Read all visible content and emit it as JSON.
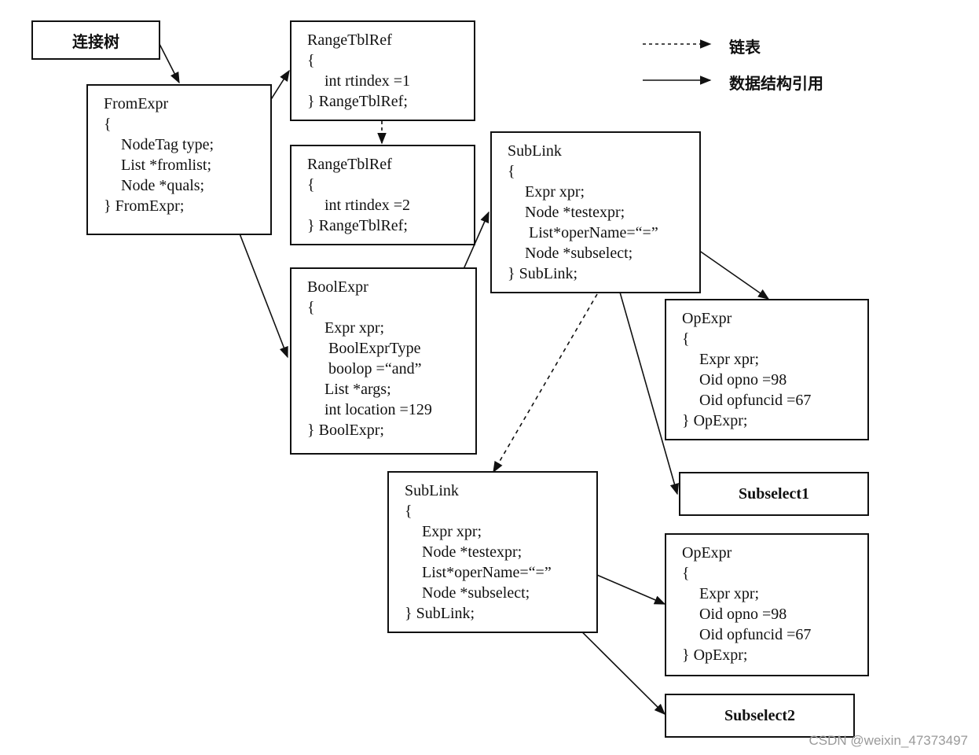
{
  "root": {
    "label": "连接树"
  },
  "from_expr": {
    "title": "FromExpr",
    "open": "{",
    "fields": [
      "NodeTag type;",
      "List *fromlist;",
      "Node *quals;"
    ],
    "close": "} FromExpr;"
  },
  "range_tbl_ref_1": {
    "title": "RangeTblRef",
    "open": "{",
    "fields": [
      "int rtindex =1"
    ],
    "close": "} RangeTblRef;"
  },
  "range_tbl_ref_2": {
    "title": "RangeTblRef",
    "open": "{",
    "fields": [
      "int rtindex =2"
    ],
    "close": "} RangeTblRef;"
  },
  "bool_expr": {
    "title": "BoolExpr",
    "open": "{",
    "fields": [
      "Expr xpr;",
      " BoolExprType",
      " boolop =“and”",
      "List *args;",
      "int location =129"
    ],
    "close": "} BoolExpr;"
  },
  "sublink_1": {
    "title": "SubLink",
    "open": "{",
    "fields": [
      "Expr xpr;",
      "Node *testexpr;",
      " List*operName=“=”",
      "Node *subselect;"
    ],
    "close": "} SubLink;"
  },
  "sublink_2": {
    "title": "SubLink",
    "open": "{",
    "fields": [
      "Expr xpr;",
      "Node *testexpr;",
      "List*operName=“=”",
      "Node *subselect;"
    ],
    "close": "} SubLink;"
  },
  "op_expr_1": {
    "title": "OpExpr",
    "open": "{",
    "fields": [
      "Expr xpr;",
      "Oid opno =98",
      "Oid opfuncid =67"
    ],
    "close": "} OpExpr;"
  },
  "op_expr_2": {
    "title": "OpExpr",
    "open": "{",
    "fields": [
      "Expr xpr;",
      "Oid opno =98",
      "Oid opfuncid =67"
    ],
    "close": "} OpExpr;"
  },
  "subselect_1": {
    "label": "Subselect1"
  },
  "subselect_2": {
    "label": "Subselect2"
  },
  "legend": {
    "linked_list": "链表",
    "struct_ref": "数据结构引用"
  },
  "watermark": "CSDN @weixin_47373497"
}
